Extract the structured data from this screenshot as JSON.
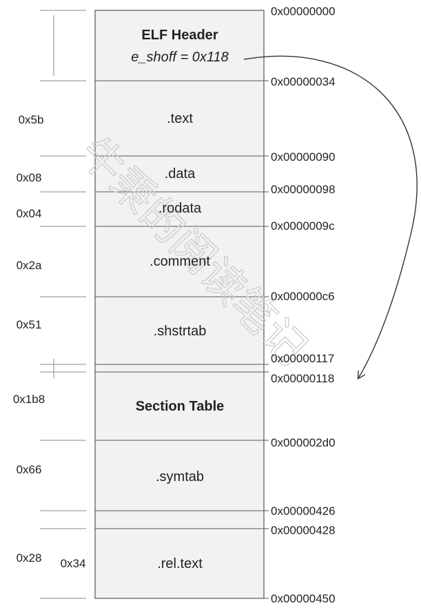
{
  "sections": [
    {
      "id": "elf-header",
      "title": "ELF Header",
      "subtitle": "e_shoff = 0x118",
      "bold": true
    },
    {
      "id": "text",
      "title": ".text"
    },
    {
      "id": "data",
      "title": ".data"
    },
    {
      "id": "rodata",
      "title": ".rodata"
    },
    {
      "id": "comment",
      "title": ".comment"
    },
    {
      "id": "shstrtab",
      "title": ".shstrtab"
    },
    {
      "id": "section-table",
      "title": "Section Table",
      "bold": true
    },
    {
      "id": "symtab",
      "title": ".symtab"
    },
    {
      "id": "rel-text",
      "title": ".rel.text"
    }
  ],
  "addresses": [
    "0x00000000",
    "0x00000034",
    "0x00000090",
    "0x00000098",
    "0x0000009c",
    "0x000000c6",
    "0x00000117",
    "0x00000118",
    "0x000002d0",
    "0x00000426",
    "0x00000428",
    "0x00000450"
  ],
  "sizes": [
    "0x5b",
    "0x08",
    "0x04",
    "0x2a",
    "0x51",
    "0x1b8",
    "0x66",
    "0x28",
    "0x34"
  ],
  "watermark": "牛秉的阅读笔记",
  "colors": {
    "box_fill": "#f2f2f2",
    "line": "#555555",
    "text": "#222222"
  }
}
